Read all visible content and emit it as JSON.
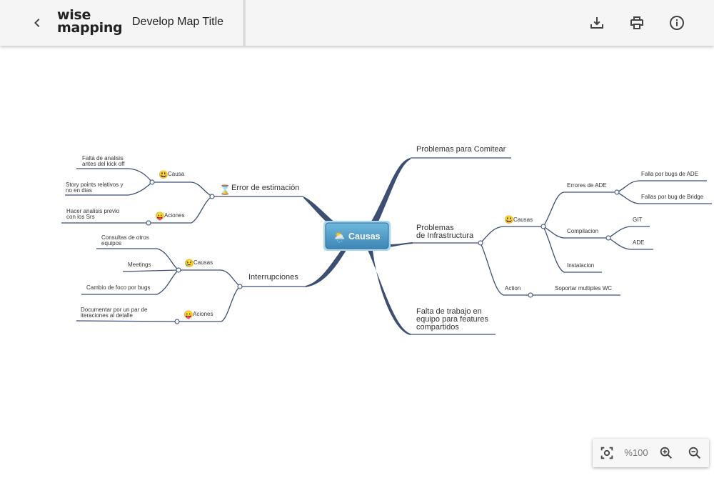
{
  "header": {
    "logo_line1": "wise",
    "logo_line2": "mapping",
    "map_title": "Develop Map Title"
  },
  "zoom": {
    "level": "%100"
  },
  "mindmap": {
    "central": {
      "emoji": "🌦️",
      "label": "Causas"
    },
    "right": {
      "comitear": "Problemas para Comitear",
      "infra_line1": "Problemas",
      "infra_line2": "de Infrastructura",
      "infra_causas": {
        "emoji": "😃",
        "label": "Causas"
      },
      "errores_ade": "Errores de ADE",
      "falla_bugs_ade": "Falla por bugs de ADE",
      "fallas_bug_bridge": "Fallas por bug de Bridge",
      "compilacion": "Compilacion",
      "git": "GIT",
      "ade": "ADE",
      "instalacion": "Instalacion",
      "action": "Action",
      "soportar_wc": "Soportar multiples WC",
      "falta_line1": "Falta de trabajo en",
      "falta_line2": "equipo para features",
      "falta_line3": "compartidos"
    },
    "left": {
      "estimacion": {
        "emoji": "⌛",
        "label": "Error de estimación"
      },
      "est_causa": {
        "emoji": "😃",
        "label": "Causa"
      },
      "falta_analisis_1": "Falta de analisis",
      "falta_analisis_2": "antes del kick off",
      "story_points_1": "Story points relativos y",
      "story_points_2": "no en dias",
      "est_aciones": {
        "emoji": "😛",
        "label": "Aciones"
      },
      "hacer_analisis_1": "Hacer analisis previo",
      "hacer_analisis_2": "con los Srs",
      "interrupciones": "Interrupciones",
      "int_causas": {
        "emoji": "😢",
        "label": "Causas"
      },
      "consultas_1": "Consultas de otros",
      "consultas_2": "equipos",
      "meetings": "Meetings",
      "cambio_foco": "Cambio de foco por bugs",
      "int_acciones": {
        "emoji": "😛",
        "label": "Aciones"
      },
      "documentar_1": "Documentar por un par de",
      "documentar_2": "iteraciones al detalle"
    }
  }
}
